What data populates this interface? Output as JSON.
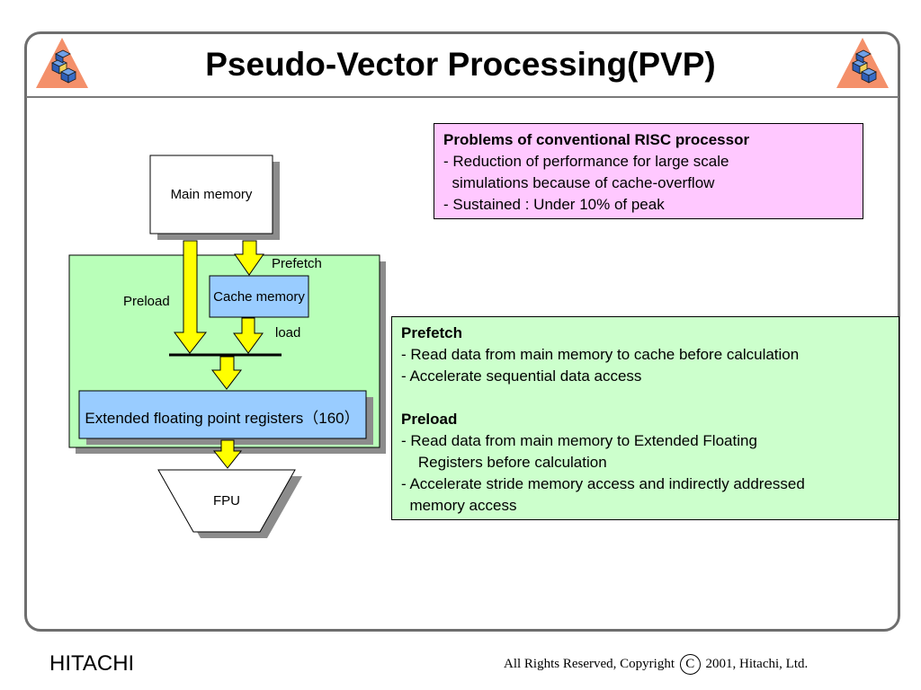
{
  "slide": {
    "title": "Pseudo-Vector Processing(PVP)"
  },
  "diagram": {
    "main_memory": "Main memory",
    "cache_memory": "Cache memory",
    "registers": "Extended floating point registers（160）",
    "fpu": "FPU",
    "prefetch_label": "Prefetch",
    "preload_label": "Preload",
    "load_label": "load"
  },
  "problems": {
    "heading": "Problems of conventional RISC processor",
    "lines": [
      "- Reduction of performance for large scale",
      "  simulations because of cache-overflow",
      "- Sustained : Under 10% of peak"
    ]
  },
  "details": {
    "prefetch": {
      "heading": "Prefetch",
      "lines": [
        "- Read data from main memory to cache before calculation",
        "- Accelerate sequential data access"
      ]
    },
    "preload": {
      "heading": "Preload",
      "lines": [
        "- Read data from main memory to Extended Floating",
        "    Registers before calculation",
        "- Accelerate stride memory access and indirectly addressed",
        "  memory access"
      ]
    }
  },
  "footer": {
    "brand": "HITACHI",
    "copyright_prefix": "All  Rights Reserved, Copyright ",
    "copyright_symbol": "C",
    "copyright_suffix": " 2001, Hitachi, Ltd."
  },
  "colors": {
    "logo_triangle": "#f4906a",
    "logo_cube": "#3a6ec8",
    "arrow_fill": "#ffff00",
    "green_panel": "#b9ffb9",
    "blue_box": "#99ccff",
    "shadow": "#8c8c8c"
  }
}
